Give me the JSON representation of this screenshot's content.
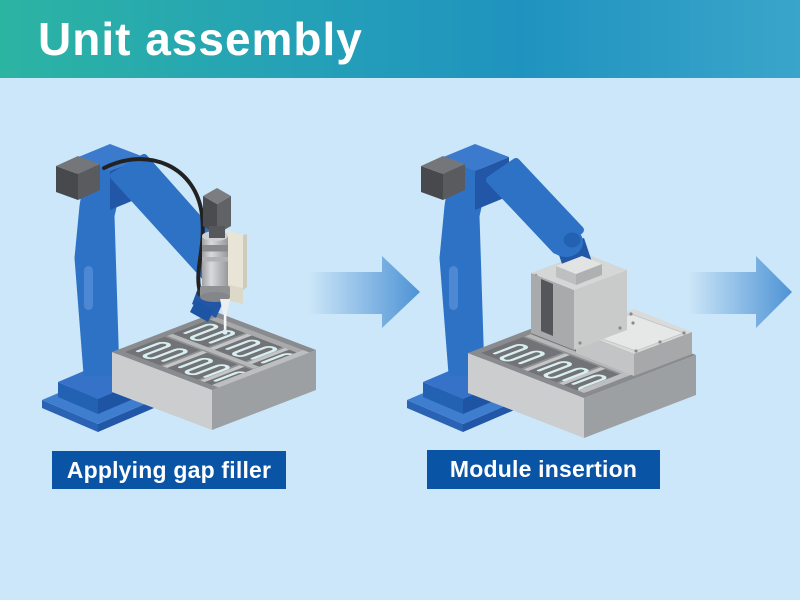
{
  "header": {
    "title": "Unit assembly"
  },
  "steps": [
    {
      "id": "applying-gap-filler",
      "label": "Applying gap filler"
    },
    {
      "id": "module-insertion",
      "label": "Module insertion"
    }
  ],
  "icons": {
    "arrow_1": "arrow-right",
    "arrow_2": "arrow-right"
  },
  "colors": {
    "header_gradient_left": "#2cb4a2",
    "header_gradient_mid": "#1f93bf",
    "header_gradient_right": "#3aa5ca",
    "background": "#cbe7f9",
    "robot_blue": "#2e72c6",
    "robot_blue_dark": "#2257a8",
    "robot_blue_light": "#4c88d4",
    "counterweight_gray": "#47494d",
    "tray_rim": "#898b8e",
    "tray_floor": "#717376",
    "tray_wall_light": "#cbcdcf",
    "tray_wall_dark": "#9da0a2",
    "divider_gray": "#c3c5c7",
    "gap_filler": "#d9eef0",
    "module_gray": "#d9dbda",
    "bracket_cream": "#e9e5d6",
    "cable_black": "#222222",
    "label_bg": "#0a54a5",
    "label_text": "#ffffff",
    "arrow_start": "#cde7f8",
    "arrow_end": "#4e93d5"
  }
}
